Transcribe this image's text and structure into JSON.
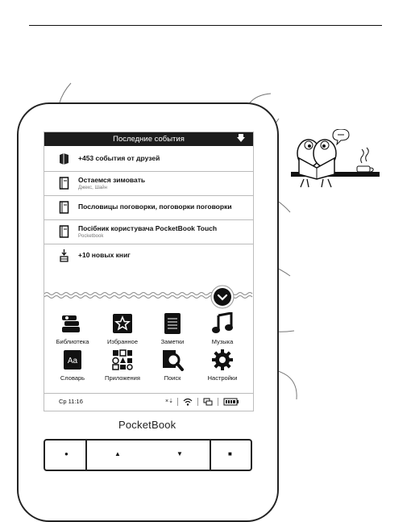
{
  "screen": {
    "header_title": "Последние события",
    "rows": [
      {
        "title": "+453 события от друзей",
        "sub": ""
      },
      {
        "title": "Остаемся зимовать",
        "sub": "Джекс, Шайн"
      },
      {
        "title": "Пословицы поговорки, поговорки поговорки",
        "sub": ""
      },
      {
        "title": "Посібник користувача PocketBook Touch",
        "sub": "Pocketbook"
      },
      {
        "title": "+10 новых книг",
        "sub": ""
      }
    ],
    "apps": [
      {
        "label": "Библиотека"
      },
      {
        "label": "Избранное"
      },
      {
        "label": "Заметки"
      },
      {
        "label": "Музыка"
      },
      {
        "label": "Словарь"
      },
      {
        "label": "Приложения"
      },
      {
        "label": "Поиск"
      },
      {
        "label": "Настройки"
      }
    ],
    "status": {
      "time": "Ср 11:16",
      "sync": "×⇣"
    }
  },
  "device": {
    "brand": "PocketBook",
    "buttons": [
      "●",
      "▲",
      "▼",
      "■"
    ]
  },
  "icons": {
    "expand": "chevron-down-icon",
    "wifi": "wifi-icon",
    "task": "task-manager-icon",
    "battery": "battery-icon"
  }
}
